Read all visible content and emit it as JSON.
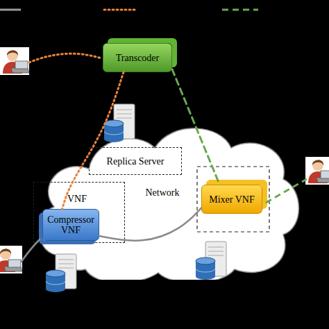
{
  "diagram": {
    "nodes": [
      {
        "text": [
          "Transcoder"
        ]
      },
      {
        "text": [
          "Network"
        ]
      },
      {
        "text": [
          "Replica Server"
        ],
        "in": 1
      },
      {
        "text": [
          "VNF"
        ],
        "in": 1
      },
      {
        "text": [
          "Compressor VNF"
        ],
        "in": 3
      },
      {
        "text": [
          "Mixer VNF"
        ],
        "in": 1
      }
    ],
    "edges": [
      {
        "from": 0,
        "to": 4,
        "arrow": "none"
      },
      {
        "from": 0,
        "to": 5,
        "arrow": "none"
      },
      {
        "from": 4,
        "to": 5,
        "arrow": "none"
      }
    ]
  }
}
